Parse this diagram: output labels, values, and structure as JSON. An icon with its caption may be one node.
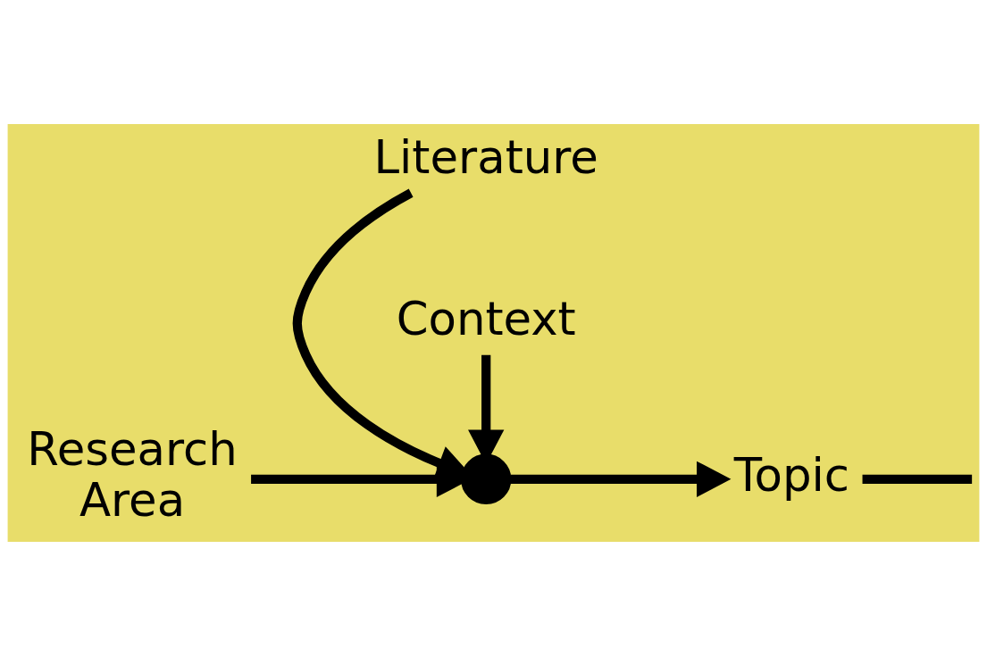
{
  "diagram": {
    "nodes": [
      {
        "text": [
          "Literature"
        ]
      },
      {
        "text": [
          "Research Area"
        ]
      },
      {
        "text": [],
        "shape": "circle"
      },
      {
        "text": [
          "Topic"
        ]
      },
      {
        "text": [
          "Context"
        ]
      }
    ],
    "edges": [
      {
        "from": 0,
        "to": 2,
        "arrow": "to"
      },
      {
        "from": 1,
        "to": 2,
        "arrow": "to"
      },
      {
        "from": 4,
        "to": 2,
        "arrow": "to"
      },
      {
        "from": 2,
        "to": 3,
        "arrow": "to"
      },
      {
        "from": 3,
        "to": null,
        "arrow": "none"
      }
    ]
  }
}
